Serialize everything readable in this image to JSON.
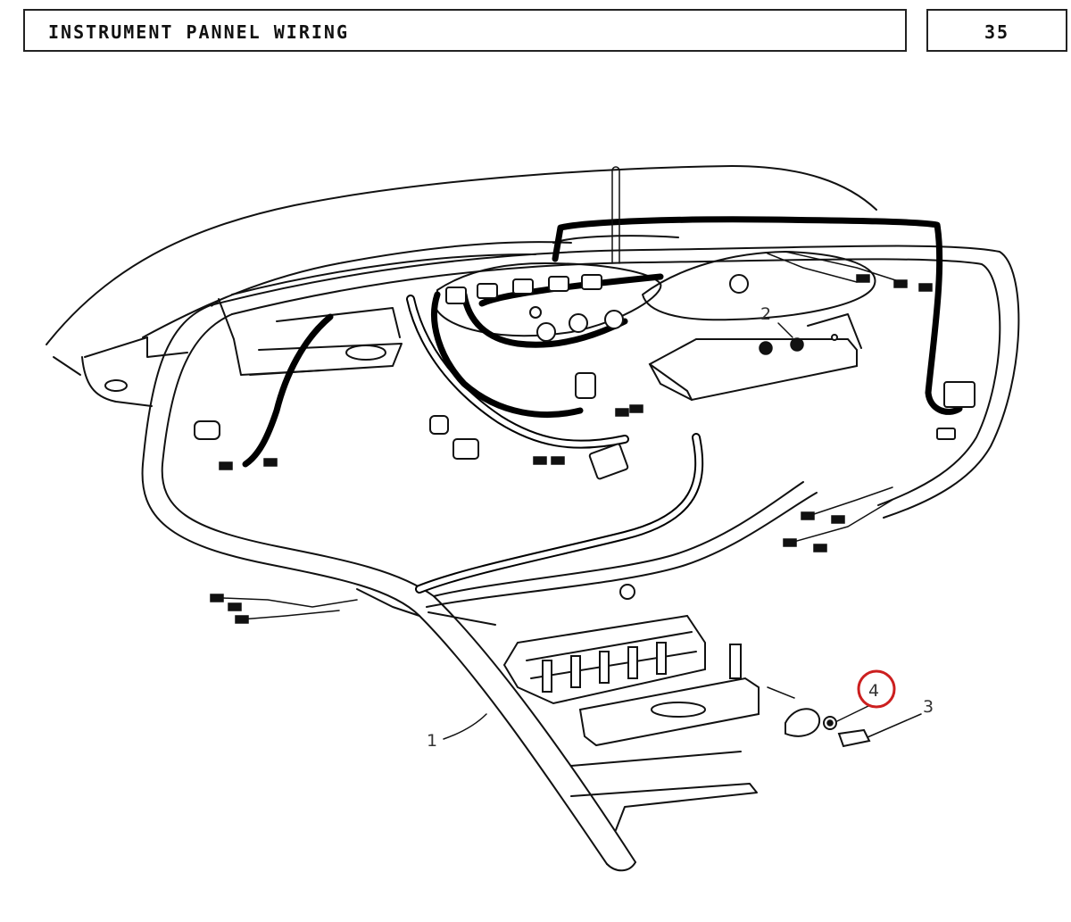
{
  "header": {
    "title": "INSTRUMENT PANNEL WIRING",
    "page_number": "35"
  },
  "callouts": [
    {
      "id": "1",
      "label": "1"
    },
    {
      "id": "2",
      "label": "2"
    },
    {
      "id": "3",
      "label": "3"
    },
    {
      "id": "4",
      "label": "4",
      "highlighted": true
    }
  ],
  "colors": {
    "line": "#111111",
    "highlight": "#cc1f1f",
    "background": "#ffffff"
  }
}
